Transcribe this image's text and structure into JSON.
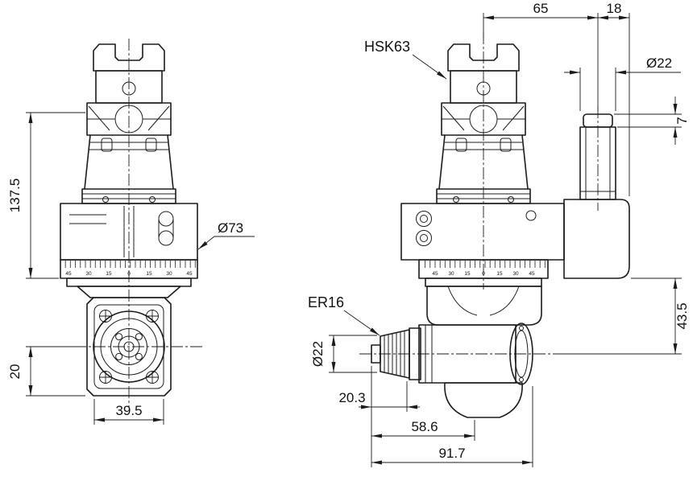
{
  "page": {
    "background": "#ffffff",
    "line_color": "#1c1c1c"
  },
  "labels": {
    "shank_type": "HSK63",
    "collet_type": "ER16"
  },
  "dims": {
    "overall_height": "137.5",
    "spindle_offset": "20",
    "head_width": "39.5",
    "body_diameter": "Ø73",
    "pin_center_offset": "65",
    "pin_edge_offset": "18",
    "pin_diameter": "Ø22",
    "pin_cap_height": "7",
    "spindle_drop": "43.5",
    "collet_diameter": "Ø22",
    "nose_length": "20.3",
    "mid_length": "58.6",
    "overall_length": "91.7"
  },
  "scale_labels": [
    "45",
    "30",
    "15",
    "0",
    "15",
    "30",
    "45"
  ]
}
